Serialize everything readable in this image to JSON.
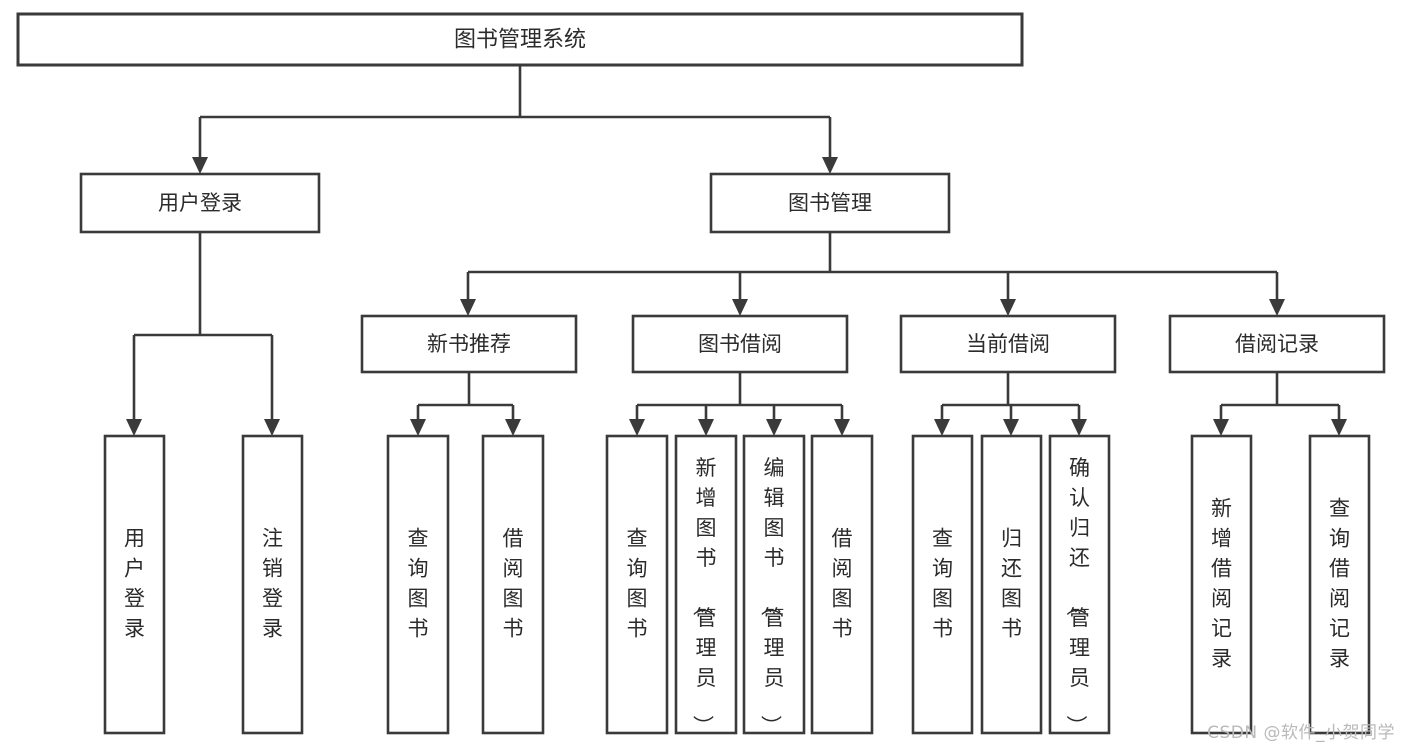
{
  "diagram": {
    "title": "图书管理系统",
    "type": "tree-hierarchy-diagram",
    "colors": {
      "background": "#ffffff",
      "stroke": "#3a3a3a",
      "text": "#2b2b2b",
      "watermark": "#b9b9b9"
    },
    "nodes": {
      "root": {
        "label": "图书管理系统"
      },
      "level2": [
        {
          "id": "user-login",
          "label": "用户登录"
        },
        {
          "id": "book-management",
          "label": "图书管理"
        }
      ],
      "level3": [
        {
          "id": "new-book-recommend",
          "label": "新书推荐"
        },
        {
          "id": "book-borrow",
          "label": "图书借阅"
        },
        {
          "id": "current-borrow",
          "label": "当前借阅"
        },
        {
          "id": "borrow-record",
          "label": "借阅记录"
        }
      ],
      "leaves": {
        "user-login": [
          {
            "id": "leaf-user-login",
            "label": "用户登录"
          },
          {
            "id": "leaf-logout",
            "label": "注销登录"
          }
        ],
        "new-book-recommend": [
          {
            "id": "leaf-query-book-1",
            "label": "查询图书"
          },
          {
            "id": "leaf-borrow-book-1",
            "label": "借阅图书"
          }
        ],
        "book-borrow": [
          {
            "id": "leaf-query-book-2",
            "label": "查询图书"
          },
          {
            "id": "leaf-add-book",
            "label": "新增图书（管理员）"
          },
          {
            "id": "leaf-edit-book",
            "label": "编辑图书（管理员）"
          },
          {
            "id": "leaf-borrow-book-2",
            "label": "借阅图书"
          }
        ],
        "current-borrow": [
          {
            "id": "leaf-query-book-3",
            "label": "查询图书"
          },
          {
            "id": "leaf-return-book",
            "label": "归还图书"
          },
          {
            "id": "leaf-confirm-return",
            "label": "确认归还（管理员）"
          }
        ],
        "borrow-record": [
          {
            "id": "leaf-add-record",
            "label": "新增借阅记录"
          },
          {
            "id": "leaf-query-record",
            "label": "查询借阅记录"
          }
        ]
      }
    }
  },
  "watermark": {
    "text": "CSDN @软件_小贺同学"
  }
}
